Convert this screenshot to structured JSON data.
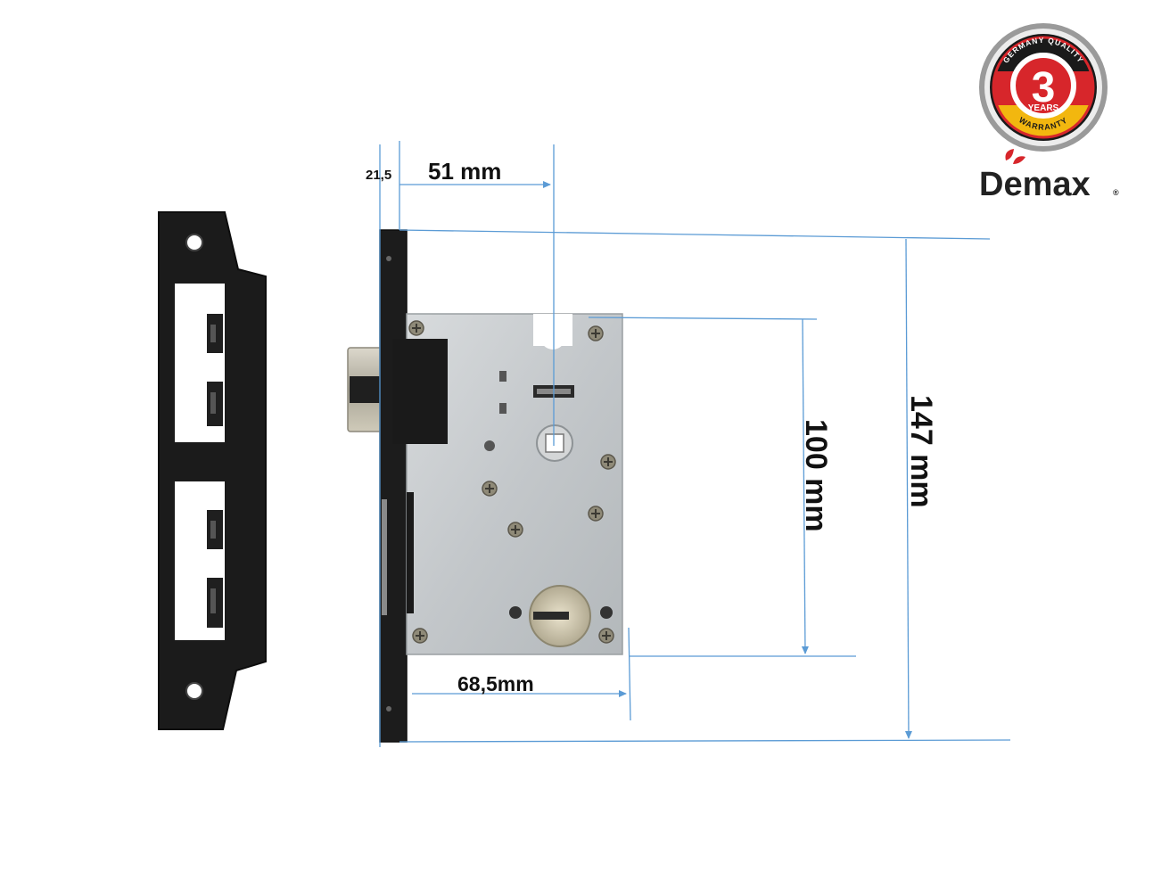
{
  "dimensions": {
    "faceplate_thickness": "21,5",
    "backset": "51 mm",
    "case_height": "100 mm",
    "total_height": "147 mm",
    "lower_distance": "68,5mm"
  },
  "badge": {
    "top_text": "GERMANY QUALITY",
    "number": "3",
    "years": "YEARS",
    "bottom_text": "WARRANTY"
  },
  "brand": {
    "name": "Demax",
    "registered_mark": "®"
  },
  "colors": {
    "dimension_line": "#5b9bd5",
    "plate": "#1b1b1b",
    "case": "#c8ccce",
    "badge_red": "#d7262b",
    "badge_gold": "#f2b70f",
    "badge_black": "#1a1a1a"
  }
}
